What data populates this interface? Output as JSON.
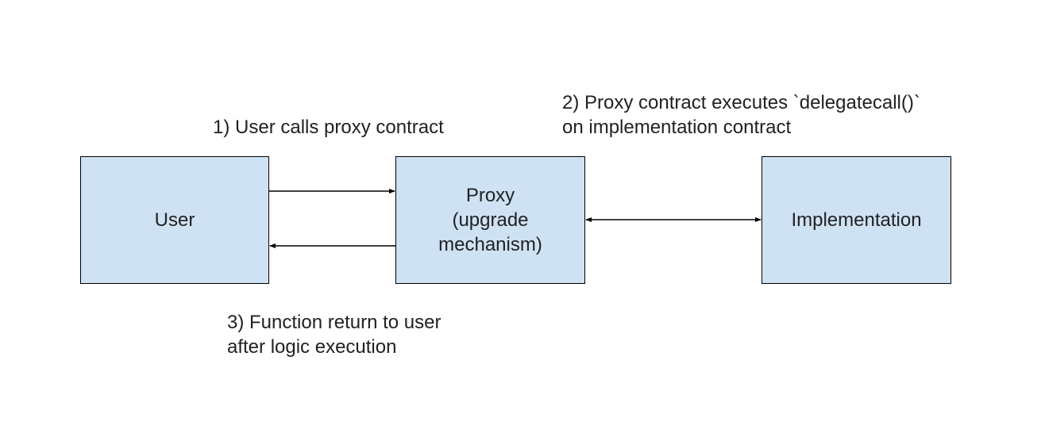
{
  "colors": {
    "box_fill": "#cfe2f3",
    "box_border": "#000000",
    "line": "#000000",
    "text": "#202124"
  },
  "boxes": {
    "user": {
      "label": "User"
    },
    "proxy": {
      "label": "Proxy\n(upgrade\nmechanism)"
    },
    "implementation": {
      "label": "Implementation"
    }
  },
  "captions": {
    "step1": "1) User calls proxy contract",
    "step2": "2) Proxy contract executes `delegatecall()`\non implementation contract",
    "step3": "3) Function return to user\nafter logic execution"
  },
  "connectors": [
    {
      "from": "user",
      "to": "proxy",
      "style": "single-arrow"
    },
    {
      "from": "proxy",
      "to": "user",
      "style": "single-arrow"
    },
    {
      "from": "proxy",
      "to": "implementation",
      "style": "double-arrow"
    }
  ]
}
